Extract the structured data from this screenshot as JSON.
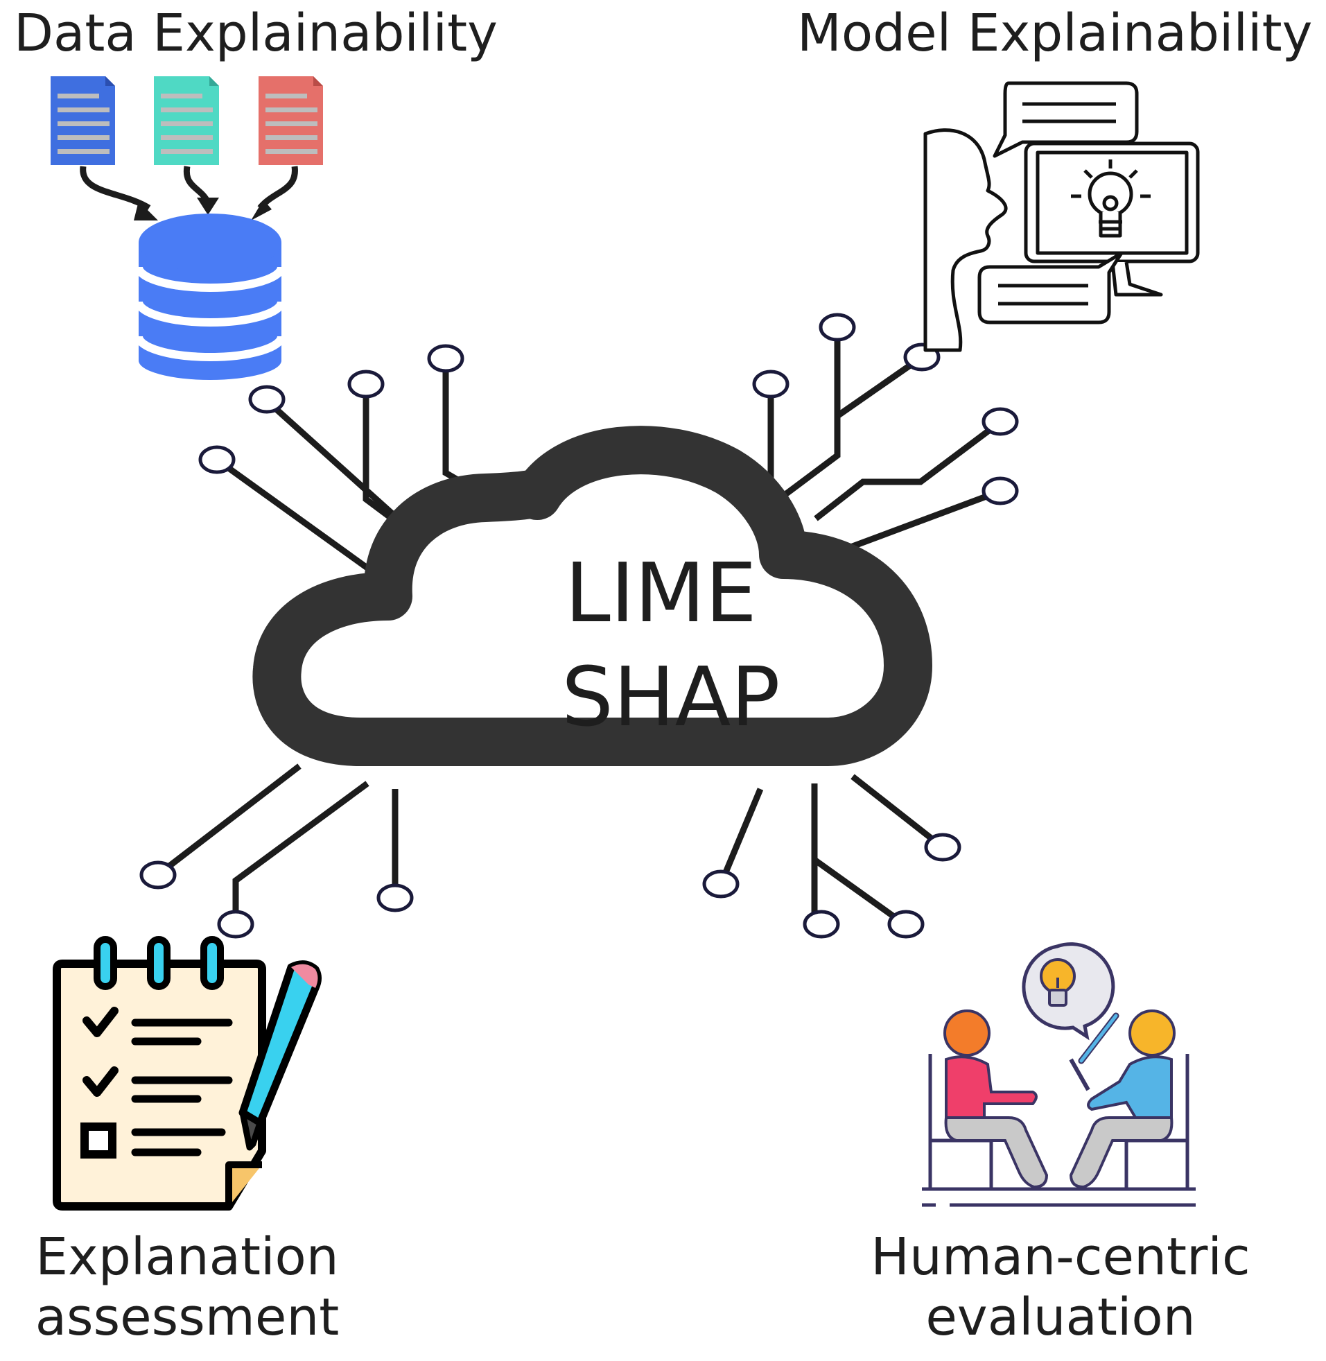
{
  "labels": {
    "data_explainability": "Data Explainability",
    "model_explainability": "Model Explainability",
    "explanation_assessment_line1": "Explanation",
    "explanation_assessment_line2": "assessment",
    "human_centric_line1": "Human-centric",
    "human_centric_line2": "evaluation"
  },
  "cloud": {
    "line1": "LIME",
    "line2": "SHAP"
  },
  "icons": {
    "top_left": [
      "document-icon",
      "database-icon"
    ],
    "top_right": [
      "person-profile-icon",
      "monitor-lightbulb-icon",
      "speech-bubble-icon"
    ],
    "bottom_left": [
      "checklist-clipboard-icon",
      "pencil-icon"
    ],
    "bottom_right": [
      "two-people-discussion-icon",
      "lightbulb-bubble-icon"
    ]
  },
  "colors": {
    "doc_blue": "#3f6fe0",
    "doc_teal": "#4fd9c4",
    "doc_red": "#e5706a",
    "database": "#4a7cf5",
    "cloud_stroke": "#333333",
    "node_stroke": "#1a1a3a",
    "pencil": "#39d1ef",
    "paper": "#fff2d9"
  }
}
